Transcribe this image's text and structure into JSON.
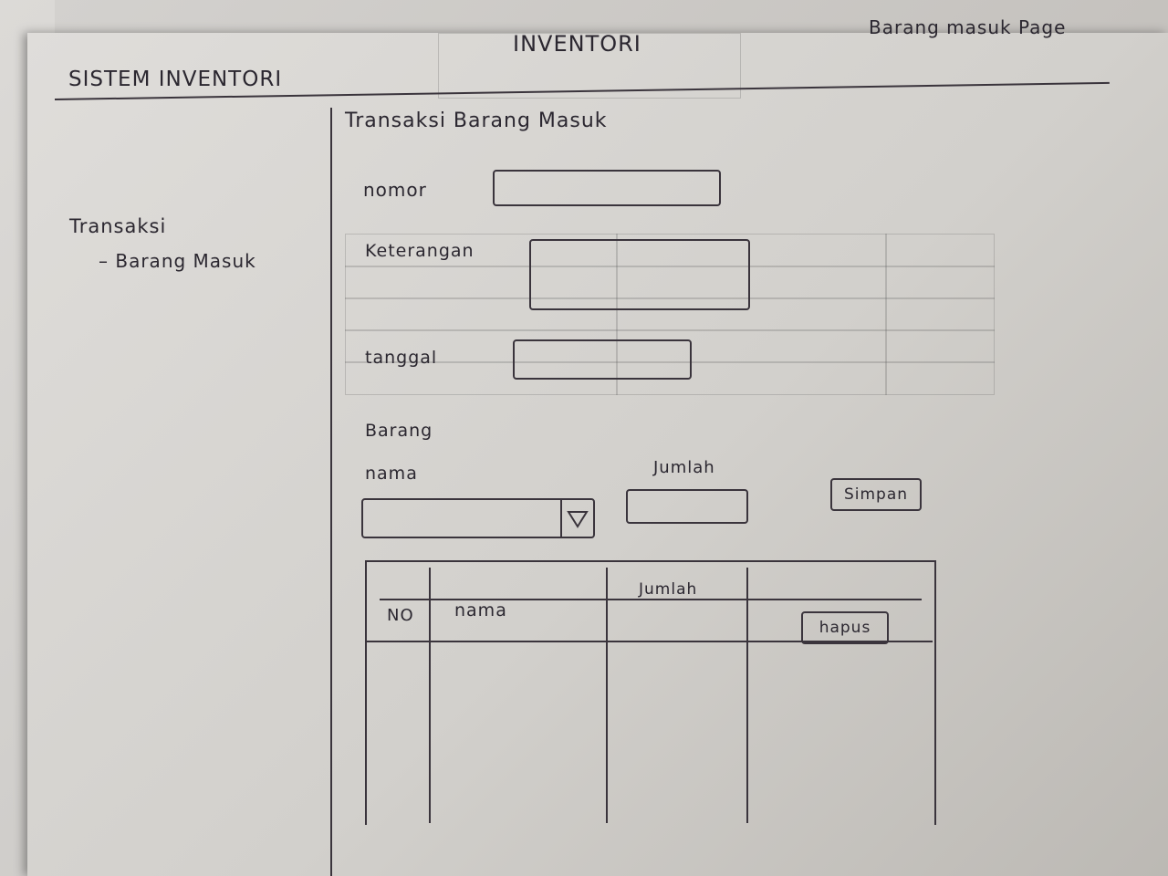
{
  "header": {
    "app_title": "SISTEM INVENTORI",
    "page_title": "INVENTORI",
    "page_note": "Barang masuk Page"
  },
  "sidebar": {
    "section": "Transaksi",
    "items": [
      {
        "label": "– Barang Masuk"
      }
    ]
  },
  "main": {
    "title": "Transaksi Barang Masuk",
    "form": {
      "nomor_label": "nomor",
      "nomor_value": "",
      "keterangan_label": "Keterangan",
      "keterangan_value": "",
      "tanggal_label": "tanggal",
      "tanggal_value": ""
    },
    "barang": {
      "section_label": "Barang",
      "nama_label": "nama",
      "nama_selected": "",
      "jumlah_label": "Jumlah",
      "jumlah_value": "",
      "save_label": "Simpan"
    },
    "table": {
      "columns": [
        "NO",
        "nama",
        "Jumlah",
        ""
      ],
      "delete_label": "hapus"
    }
  }
}
